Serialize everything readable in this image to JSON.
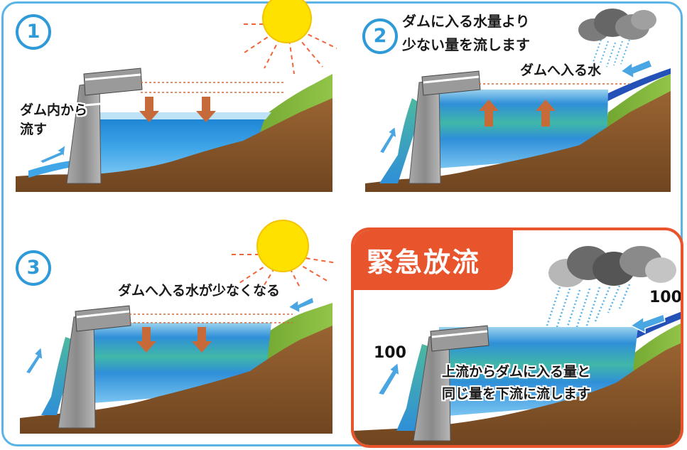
{
  "panel1": {
    "number": "1",
    "outflow_label": "ダム内から\n流す"
  },
  "panel2": {
    "number": "2",
    "caption": "ダムに入る水量より\n少ない量を流します",
    "inflow_label": "ダムへ入る水"
  },
  "panel3": {
    "number": "3",
    "caption": "ダムへ入る水が少なくなる"
  },
  "panel4": {
    "title": "緊急放流",
    "inflow_value": "100",
    "outflow_value": "100",
    "caption": "上流からダムに入る量と\n同じ量を下流に流します"
  },
  "colors": {
    "frame": "#5ab4e6",
    "badge": "#2e9ad8",
    "emergency": "#e8542c",
    "arrow_level": "#c76a3a",
    "arrow_flow": "#4aa6e2",
    "ground": "#8a5a2b",
    "hill": "#7fb23a",
    "water": "#2f8fd8",
    "sun": "#ffe100"
  }
}
